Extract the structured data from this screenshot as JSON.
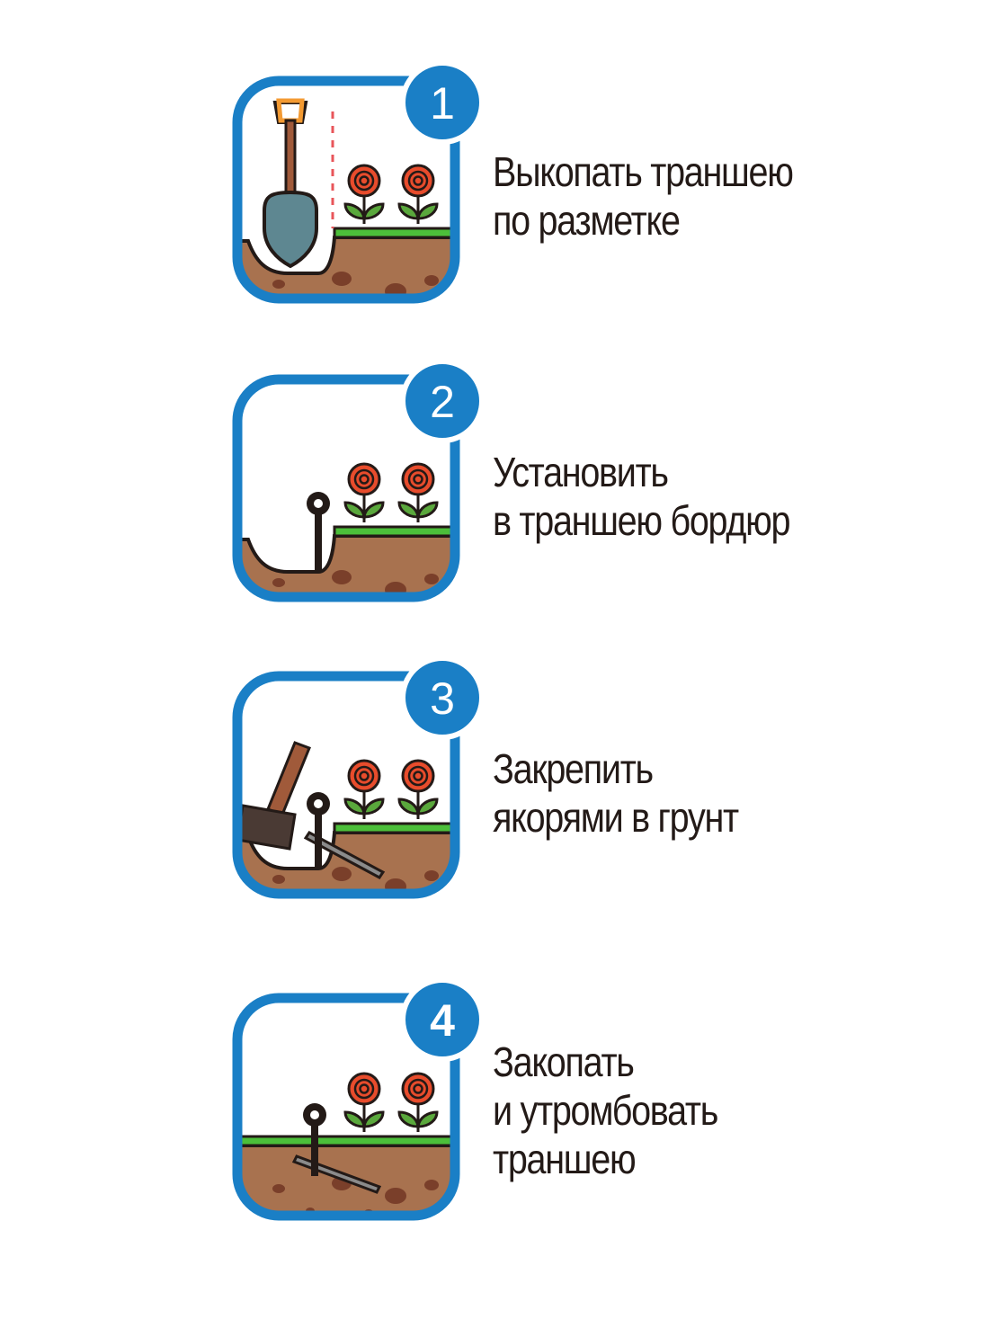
{
  "colors": {
    "frame": "#1a7fc6",
    "soil": "#a8724f",
    "soil_dark": "#7a3f2a",
    "grass": "#4cbf3a",
    "flower": "#e84c2c",
    "leaf": "#5aa83c",
    "outline": "#231a17",
    "shovel": "#5e8791",
    "handle": "#a05a3a",
    "grip": "#f39a32",
    "marker": "#e8555a"
  },
  "steps": [
    {
      "number": "1",
      "lines": [
        "Выкопать траншею",
        "по разметке"
      ],
      "icons": [
        "shovel-icon",
        "dashed-marking-line",
        "rose-icon",
        "trench"
      ]
    },
    {
      "number": "2",
      "lines": [
        "Установить",
        "в траншею бордюр"
      ],
      "icons": [
        "border-edge-icon",
        "rose-icon",
        "trench"
      ]
    },
    {
      "number": "3",
      "lines": [
        "Закрепить",
        "якорями в грунт"
      ],
      "icons": [
        "hammer-icon",
        "anchor-peg-icon",
        "border-edge-icon",
        "rose-icon",
        "trench"
      ]
    },
    {
      "number": "4",
      "lines": [
        "Закопать",
        "и утромбовать",
        "траншею"
      ],
      "icons": [
        "border-edge-icon",
        "anchor-peg-icon",
        "rose-icon",
        "filled-trench"
      ]
    }
  ]
}
